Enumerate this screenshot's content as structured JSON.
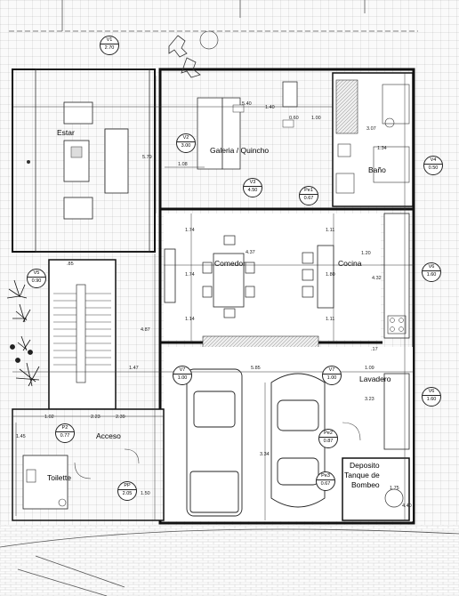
{
  "rooms": {
    "estar": "Estar",
    "galeria": "Galeria / Quincho",
    "bano": "Baño",
    "comedor": "Comedor",
    "cocina": "Cocina",
    "lavadero": "Lavadero",
    "acceso": "Acceso",
    "toilette": "Toilette",
    "deposito": "Deposito",
    "tanque": "Tanque de",
    "bombeo": "Bombeo"
  },
  "openings": [
    {
      "code": "V1",
      "size": "2.70"
    },
    {
      "code": "V2",
      "size": "3.00"
    },
    {
      "code": "V3",
      "size": "4.50"
    },
    {
      "code": "Pe1",
      "size": "0.67"
    },
    {
      "code": "V4",
      "size": "0.50"
    },
    {
      "code": "V5",
      "size": "0.90"
    },
    {
      "code": "V6",
      "size": "1.60"
    },
    {
      "code": "V7",
      "size": "1.00"
    },
    {
      "code": "V7",
      "size": "1.00"
    },
    {
      "code": "V6",
      "size": "1.60"
    },
    {
      "code": "P2",
      "size": "0.77"
    },
    {
      "code": "Pe2",
      "size": "0.87"
    },
    {
      "code": "PP",
      "size": "2.05"
    },
    {
      "code": "Pe3",
      "size": "0.67"
    }
  ],
  "dimensions": [
    "5.40",
    "5.79",
    "1.08",
    "1.00",
    "1.40",
    "4.37",
    "1.74",
    "1.74",
    "1.14",
    "1.11",
    "1.80",
    "1.11",
    "4.87",
    "1.47",
    "5.85",
    "1.09",
    "1.20",
    "4.32",
    "3.23",
    "1.02",
    "2.39",
    "1.45",
    "3.34",
    "1.50",
    "3.07",
    "1.34",
    "2.23",
    "1.75",
    ".85",
    "0.60",
    ".17",
    "4.40"
  ]
}
